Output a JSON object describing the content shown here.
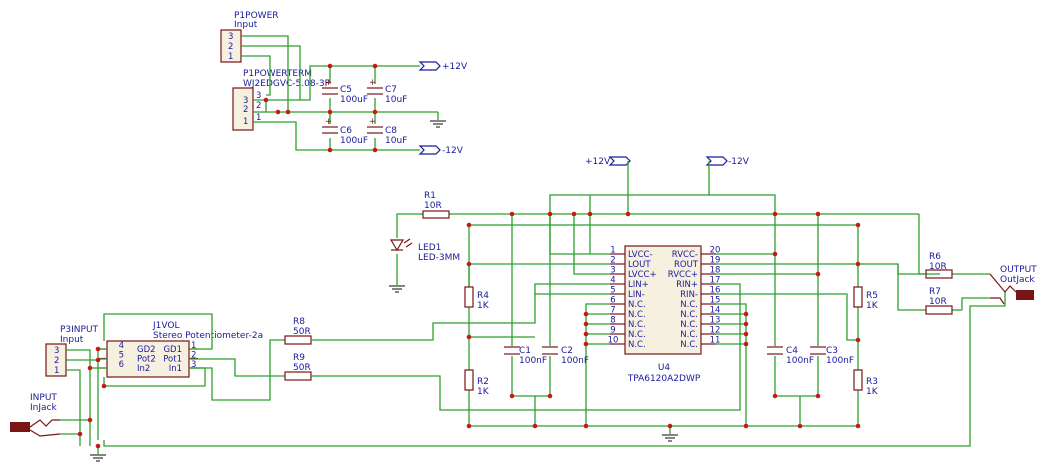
{
  "components": {
    "p1power": {
      "ref": "P1POWER",
      "value": "Input",
      "pins": [
        "3",
        "2",
        "1"
      ]
    },
    "p1powerterm": {
      "ref": "P1POWERTERM",
      "value": "WJ2EDGVC-5.08-3P",
      "pins": [
        "3",
        "2",
        "1"
      ]
    },
    "p3input": {
      "ref": "P3INPUT",
      "value": "Input",
      "pins": [
        "3",
        "2",
        "1"
      ]
    },
    "input_jack": {
      "ref": "INPUT",
      "value": "InJack"
    },
    "output_jack": {
      "ref": "OUTPUT",
      "value": "OutJack"
    },
    "j1vol": {
      "ref": "J1VOL",
      "value": "Stereo Potentiometer-2a",
      "pins_left": [
        {
          "num": "4",
          "name": "GD2"
        },
        {
          "num": "5",
          "name": "Pot2"
        },
        {
          "num": "6",
          "name": "In2"
        }
      ],
      "pins_right": [
        {
          "num": "1",
          "name": "GD1"
        },
        {
          "num": "2",
          "name": "Pot1"
        },
        {
          "num": "3",
          "name": "In1"
        }
      ]
    },
    "u4": {
      "ref": "U4",
      "value": "TPA6120A2DWP",
      "pins_left": [
        {
          "num": "1",
          "name": "LVCC-"
        },
        {
          "num": "2",
          "name": "LOUT"
        },
        {
          "num": "3",
          "name": "LVCC+"
        },
        {
          "num": "4",
          "name": "LIN+"
        },
        {
          "num": "5",
          "name": "LIN-"
        },
        {
          "num": "6",
          "name": "N.C."
        },
        {
          "num": "7",
          "name": "N.C."
        },
        {
          "num": "8",
          "name": "N.C."
        },
        {
          "num": "9",
          "name": "N.C."
        },
        {
          "num": "10",
          "name": "N.C."
        }
      ],
      "pins_right": [
        {
          "num": "20",
          "name": "RVCC-"
        },
        {
          "num": "19",
          "name": "ROUT"
        },
        {
          "num": "18",
          "name": "RVCC+"
        },
        {
          "num": "17",
          "name": "RIN+"
        },
        {
          "num": "16",
          "name": "RIN-"
        },
        {
          "num": "15",
          "name": "N.C."
        },
        {
          "num": "14",
          "name": "N.C."
        },
        {
          "num": "13",
          "name": "N.C."
        },
        {
          "num": "12",
          "name": "N.C."
        },
        {
          "num": "11",
          "name": "N.C."
        }
      ]
    },
    "c5": {
      "ref": "C5",
      "value": "100uF"
    },
    "c7": {
      "ref": "C7",
      "value": "10uF"
    },
    "c6": {
      "ref": "C6",
      "value": "100uF"
    },
    "c8": {
      "ref": "C8",
      "value": "10uF"
    },
    "c1": {
      "ref": "C1",
      "value": "100nF"
    },
    "c2": {
      "ref": "C2",
      "value": "100nF"
    },
    "c3": {
      "ref": "C3",
      "value": "100nF"
    },
    "c4": {
      "ref": "C4",
      "value": "100nF"
    },
    "r1": {
      "ref": "R1",
      "value": "10R"
    },
    "r2": {
      "ref": "R2",
      "value": "1K"
    },
    "r3": {
      "ref": "R3",
      "value": "1K"
    },
    "r4": {
      "ref": "R4",
      "value": "1K"
    },
    "r5": {
      "ref": "R5",
      "value": "1K"
    },
    "r6": {
      "ref": "R6",
      "value": "10R"
    },
    "r7": {
      "ref": "R7",
      "value": "10R"
    },
    "r8": {
      "ref": "R8",
      "value": "50R"
    },
    "r9": {
      "ref": "R9",
      "value": "50R"
    },
    "led1": {
      "ref": "LED1",
      "value": "LED-3MM"
    }
  },
  "power_ports": {
    "vpos": "+12V",
    "vneg": "-12V"
  },
  "colors": {
    "wire": "#2ea02e",
    "body": "#7a1515",
    "label": "#1a1a9a",
    "junction": "#c81818"
  }
}
